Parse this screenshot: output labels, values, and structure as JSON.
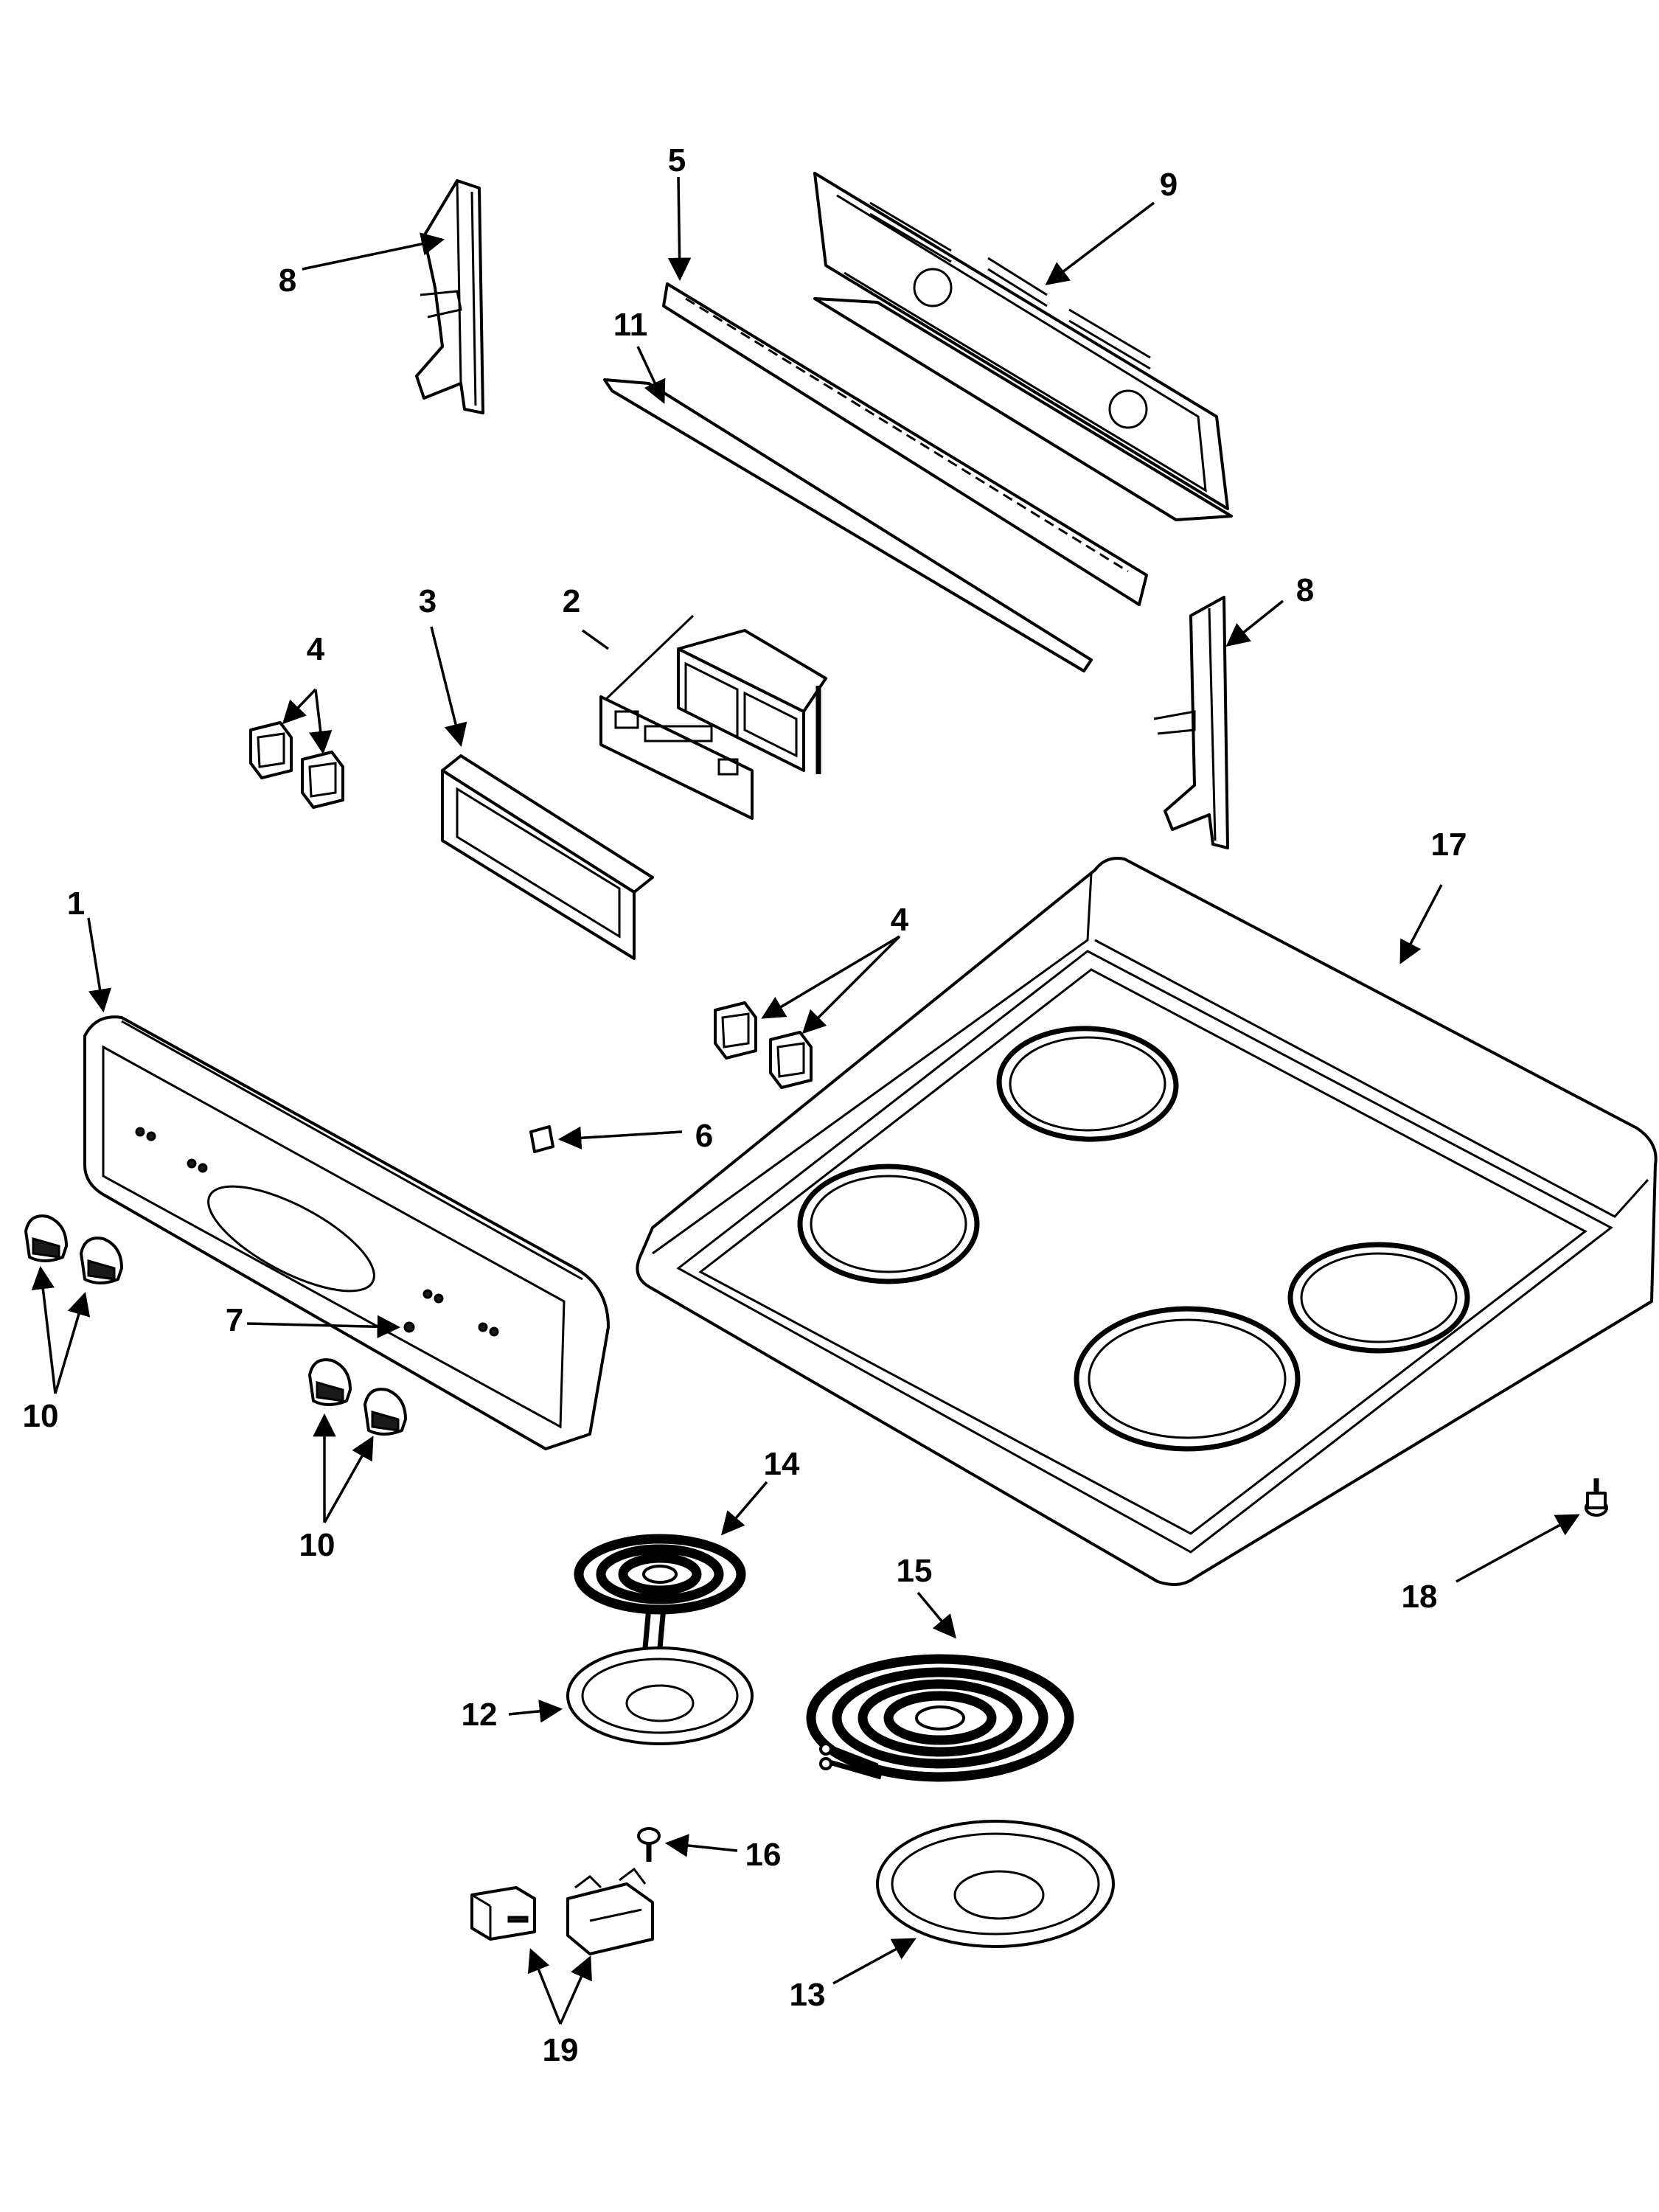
{
  "callouts": [
    {
      "id": "c1",
      "label": "1"
    },
    {
      "id": "c2",
      "label": "2"
    },
    {
      "id": "c3",
      "label": "3"
    },
    {
      "id": "c4a",
      "label": "4"
    },
    {
      "id": "c4b",
      "label": "4"
    },
    {
      "id": "c5",
      "label": "5"
    },
    {
      "id": "c6",
      "label": "6"
    },
    {
      "id": "c7",
      "label": "7"
    },
    {
      "id": "c8a",
      "label": "8"
    },
    {
      "id": "c8b",
      "label": "8"
    },
    {
      "id": "c9",
      "label": "9"
    },
    {
      "id": "c10a",
      "label": "10"
    },
    {
      "id": "c10b",
      "label": "10"
    },
    {
      "id": "c11",
      "label": "11"
    },
    {
      "id": "c12",
      "label": "12"
    },
    {
      "id": "c13",
      "label": "13"
    },
    {
      "id": "c14",
      "label": "14"
    },
    {
      "id": "c15",
      "label": "15"
    },
    {
      "id": "c16",
      "label": "16"
    },
    {
      "id": "c17",
      "label": "17"
    },
    {
      "id": "c18",
      "label": "18"
    },
    {
      "id": "c19",
      "label": "19"
    }
  ]
}
